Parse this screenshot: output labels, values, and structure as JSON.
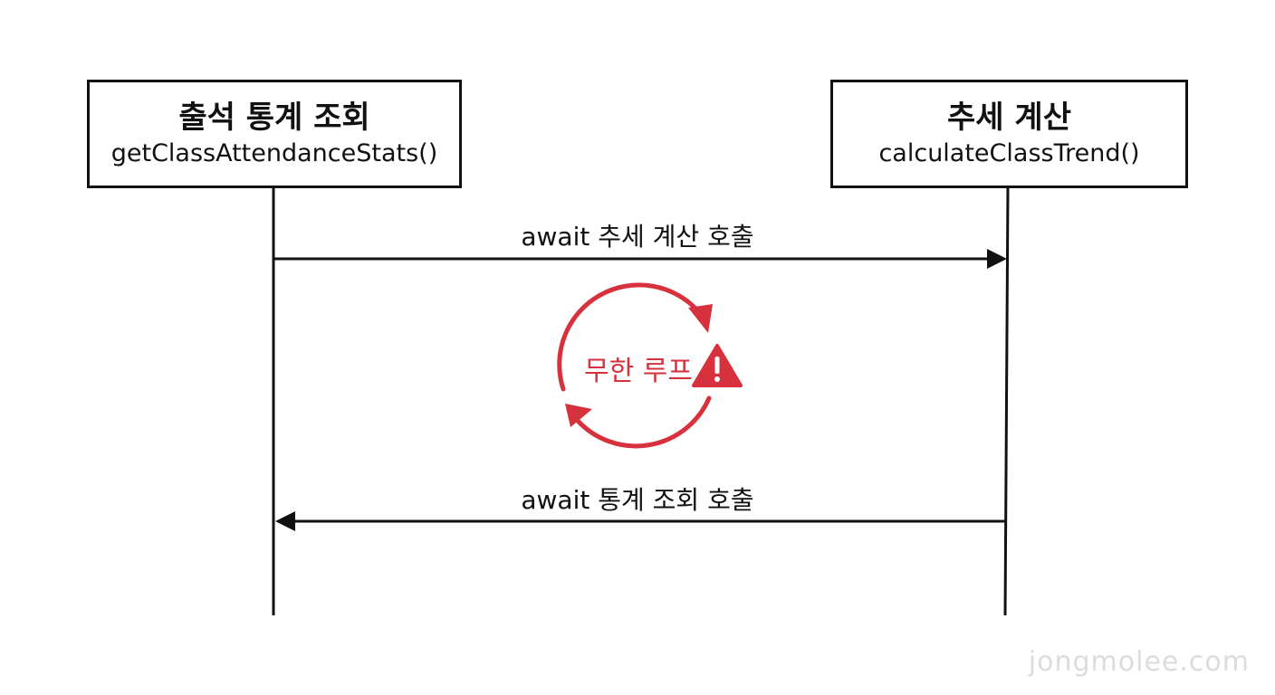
{
  "participants": {
    "left": {
      "title": "출석 통계 조회",
      "function": "getClassAttendanceStats()"
    },
    "right": {
      "title": "추세 계산",
      "function": "calculateClassTrend()"
    }
  },
  "messages": {
    "forward": "await 추세 계산 호출",
    "backward": "await 통계 조회 호출"
  },
  "loop": {
    "label": "무한 루프",
    "icon": "warning-triangle-icon",
    "color": "#d6313d"
  },
  "watermark": "jongmolee.com",
  "colors": {
    "line": "#111111",
    "accent": "#d6313d"
  }
}
